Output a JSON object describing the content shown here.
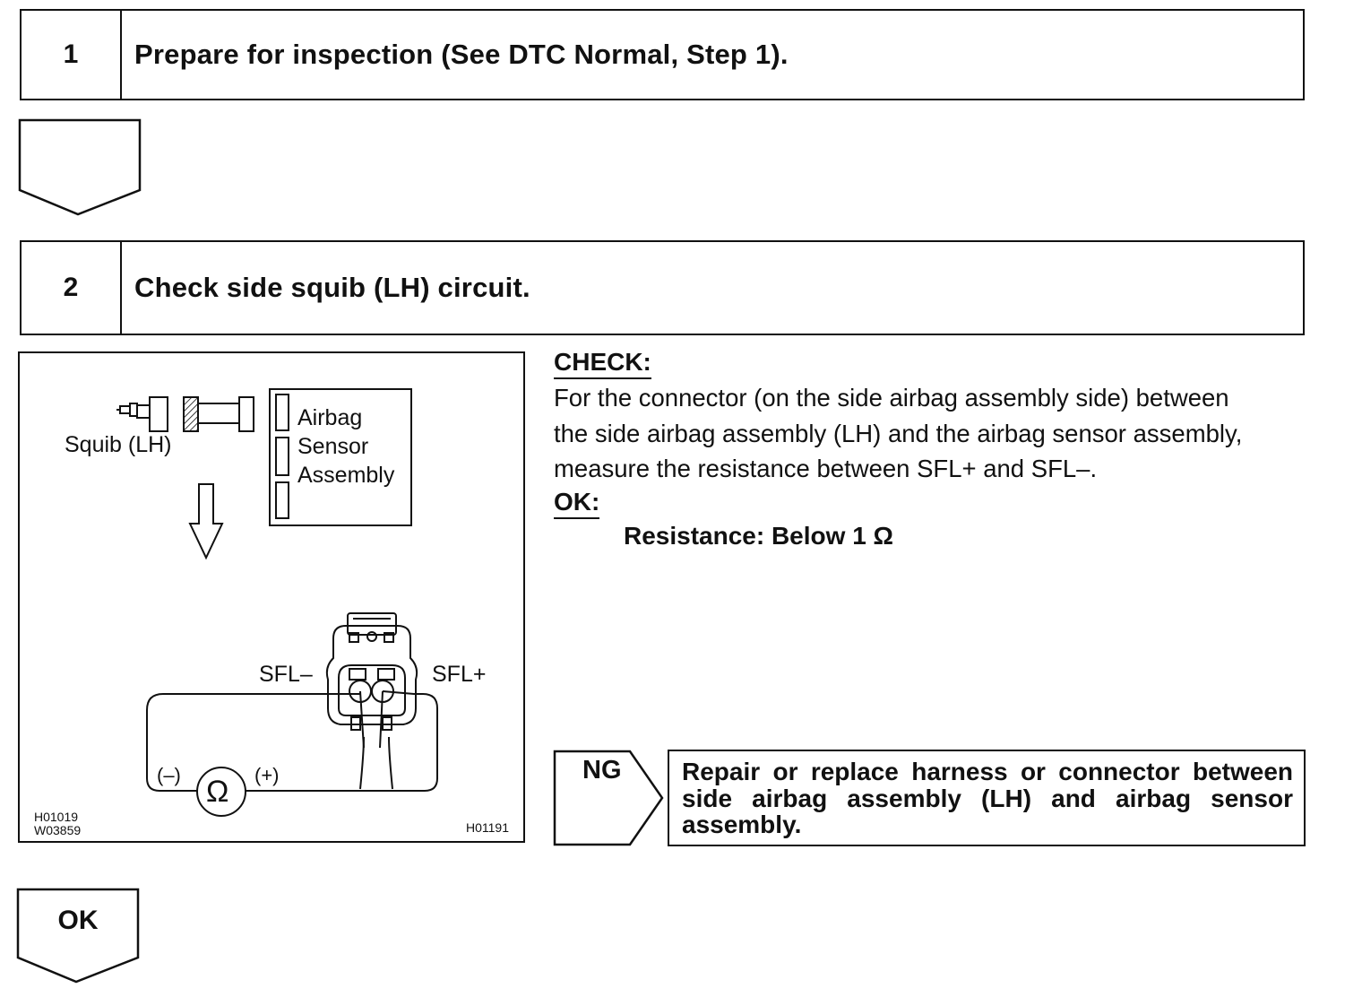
{
  "steps": [
    {
      "number": "1",
      "title": "Prepare for inspection (See DTC Normal, Step 1)."
    },
    {
      "number": "2",
      "title": "Check side squib (LH) circuit."
    }
  ],
  "diagram": {
    "squib_label": "Squib (LH)",
    "sensor_label_line1": "Airbag",
    "sensor_label_line2": "Sensor",
    "sensor_label_line3": "Assembly",
    "terminal_minus": "SFL–",
    "terminal_plus": "SFL+",
    "meter_minus": "(–)",
    "meter_plus": "(+)",
    "ohm_symbol": "Ω",
    "code_left_1": "H01019",
    "code_left_2": "W03859",
    "code_right": "H01191"
  },
  "check": {
    "heading": "CHECK:",
    "line1": "For the connector (on the side airbag assembly side) between",
    "line2": "the side airbag assembly (LH) and the airbag sensor assembly,",
    "line3": "measure the resistance between SFL+ and SFL–."
  },
  "ok_spec": {
    "heading": "OK:",
    "value": "Resistance: Below 1 Ω"
  },
  "ng": {
    "label": "NG",
    "action": "Repair or replace harness or connector between side airbag assembly (LH) and airbag sensor assembly."
  },
  "ok_flow_label": "OK"
}
